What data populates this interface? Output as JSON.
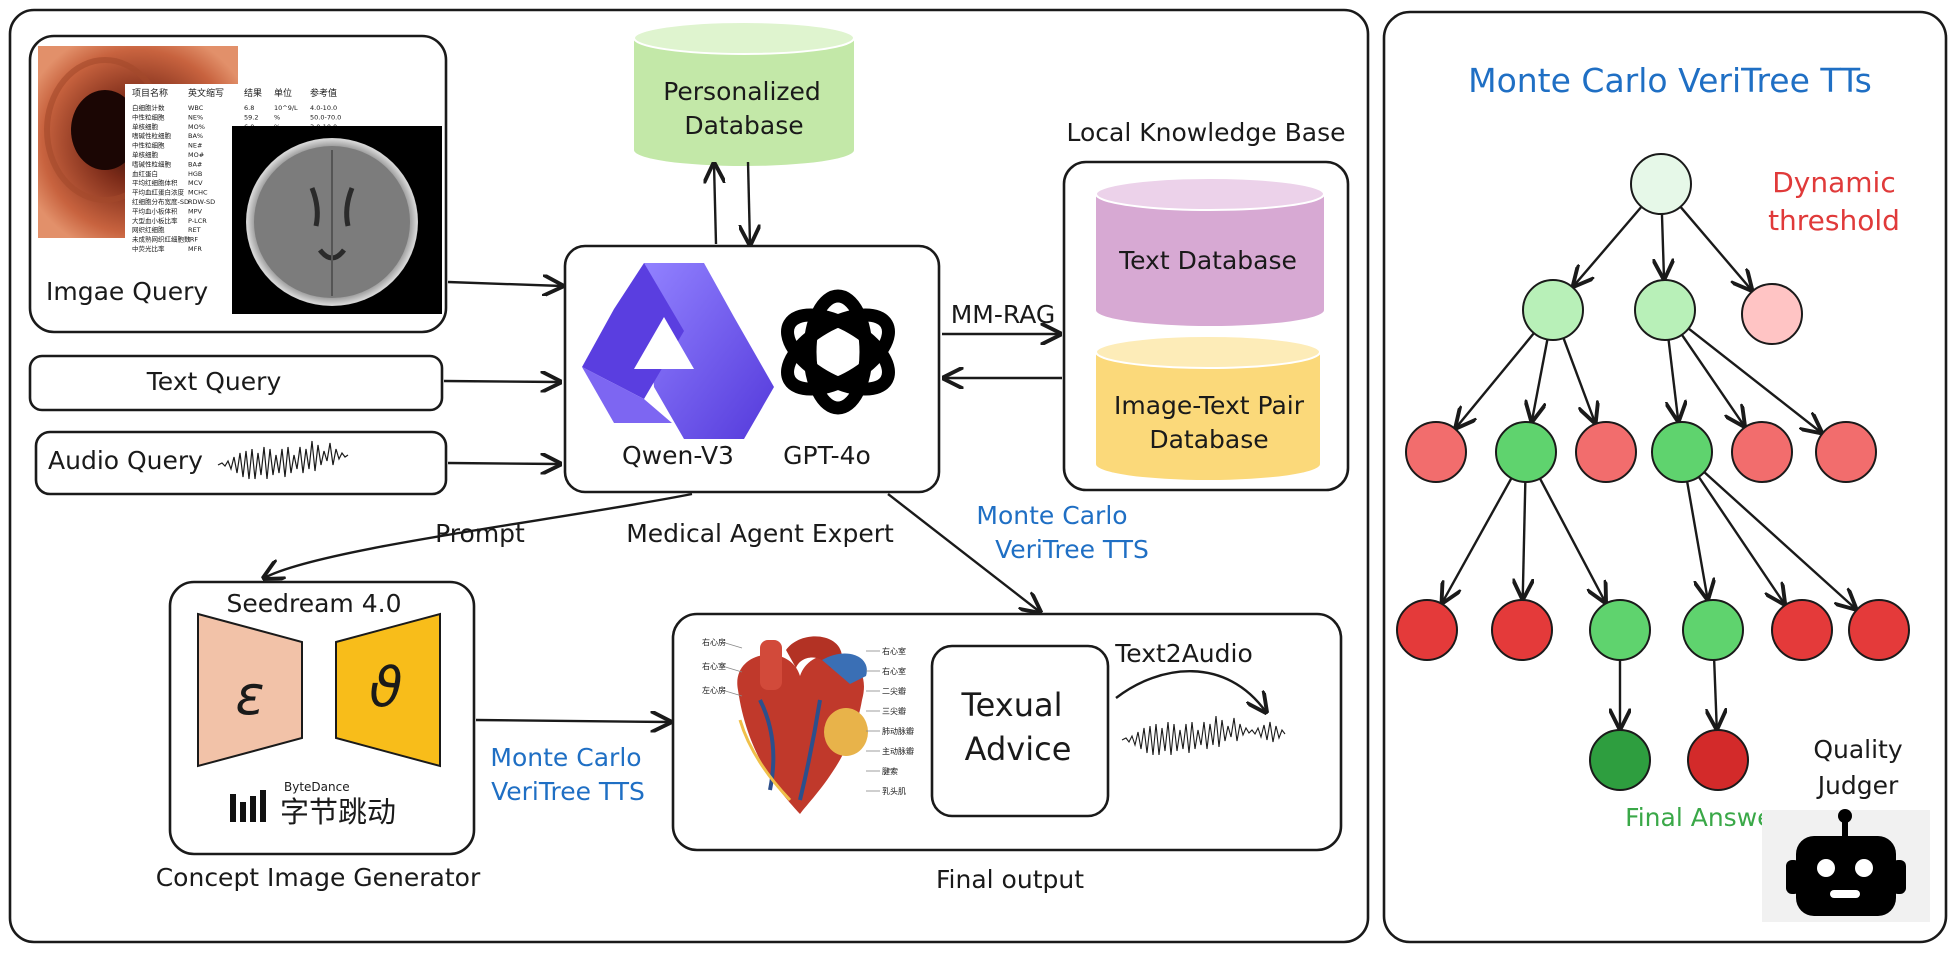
{
  "inputs": {
    "image_query": "Imgae Query",
    "text_query": "Text Query",
    "audio_query": "Audio Query"
  },
  "lab_report": {
    "headers": [
      "项目名称",
      "英文缩写",
      "结果",
      "单位",
      "参考值"
    ],
    "rows": [
      [
        "白细胞计数",
        "WBC",
        "6.8",
        "10^9/L",
        "4.0-10.0"
      ],
      [
        "中性粒细胞",
        "NE%",
        "59.2",
        "%",
        "50.0-70.0"
      ],
      [
        "单核细胞",
        "MO%",
        "6.0",
        "%",
        "3.0-10.0"
      ],
      [
        "嗜碱性粒细胞",
        "BA%",
        "",
        "",
        ""
      ],
      [
        "中性粒细胞",
        "NE#",
        "",
        "",
        ""
      ],
      [
        "单核细胞",
        "MO#",
        "",
        "",
        ""
      ],
      [
        "嗜碱性粒细胞",
        "BA#",
        "",
        "",
        ""
      ],
      [
        "血红蛋白",
        "HGB",
        "",
        "",
        ""
      ],
      [
        "平均红细胞体积",
        "MCV",
        "",
        "",
        ""
      ],
      [
        "平均血红蛋白浓度",
        "MCHC",
        "",
        "",
        ""
      ],
      [
        "红细胞分布宽度-SD",
        "RDW-SD",
        "",
        "",
        ""
      ],
      [
        "平均血小板体积",
        "MPV",
        "",
        "",
        ""
      ],
      [
        "大型血小板比率",
        "P-LCR",
        "",
        "",
        ""
      ],
      [
        "网织红细胞",
        "RET",
        "",
        "",
        ""
      ],
      [
        "未成熟网织红细胞数",
        "IRF",
        "",
        "",
        ""
      ],
      [
        "中荧光比率",
        "MFR",
        "",
        "",
        ""
      ]
    ]
  },
  "personalized_db": {
    "line1": "Personalized",
    "line2": "Database"
  },
  "knowledge_base": {
    "title": "Local Knowledge Base",
    "text_db": "Text Database",
    "pair_db_line1": "Image-Text Pair",
    "pair_db_line2": "Database"
  },
  "expert": {
    "model1": "Qwen-V3",
    "model2": "GPT-4o",
    "caption": "Medical Agent Expert"
  },
  "flow": {
    "mm_rag": "MM-RAG",
    "prompt": "Prompt",
    "tts_top_line1": "Monte Carlo",
    "tts_top_line2": "VeriTree TTS",
    "tts_mid_line1": "Monte Carlo",
    "tts_mid_line2": "VeriTree TTS"
  },
  "generator": {
    "title": "Seedream 4.0",
    "encoder_symbol": "ε",
    "decoder_symbol": "ϑ",
    "brand_small": "ByteDance",
    "brand_big": "字节跳动",
    "caption": "Concept Image Generator"
  },
  "output": {
    "heart_labels_left": [
      "右心房",
      "右心室",
      "左心房"
    ],
    "heart_labels_right": [
      "右心室",
      "右心室",
      "二尖瓣",
      "三尖瓣",
      "肺动脉瓣",
      "主动脉瓣",
      "腱索",
      "乳头肌"
    ],
    "advice_line1": "Texual",
    "advice_line2": "Advice",
    "text2audio": "Text2Audio",
    "caption": "Final output"
  },
  "tree_panel": {
    "title": "Monte Carlo VeriTree TTs",
    "threshold_line1": "Dynamic",
    "threshold_line2": "threshold",
    "final_answer": "Final Answer",
    "judger_line1": "Quality",
    "judger_line2": "Judger"
  },
  "colors": {
    "tree_root": "#e6f8e8",
    "tree_good": "#b8f0b8",
    "tree_green": "#5fd36e",
    "tree_pink": "#ffc4c4",
    "tree_red": "#f26d6d",
    "tree_dark_red": "#e43a3a",
    "final_green": "#2e9e3f",
    "final_red": "#d32a2a",
    "title_blue": "#1f6fc4",
    "threshold_red": "#e03a3a",
    "final_answer_green": "#3aa848",
    "db_green": "#c3e8a8",
    "db_purple": "#d7a9d3",
    "db_yellow": "#fbd97a",
    "enc_salmon": "#f2c2a8",
    "dec_yellow": "#f8bd1a",
    "qwen_purple": "#6b4ee6"
  }
}
